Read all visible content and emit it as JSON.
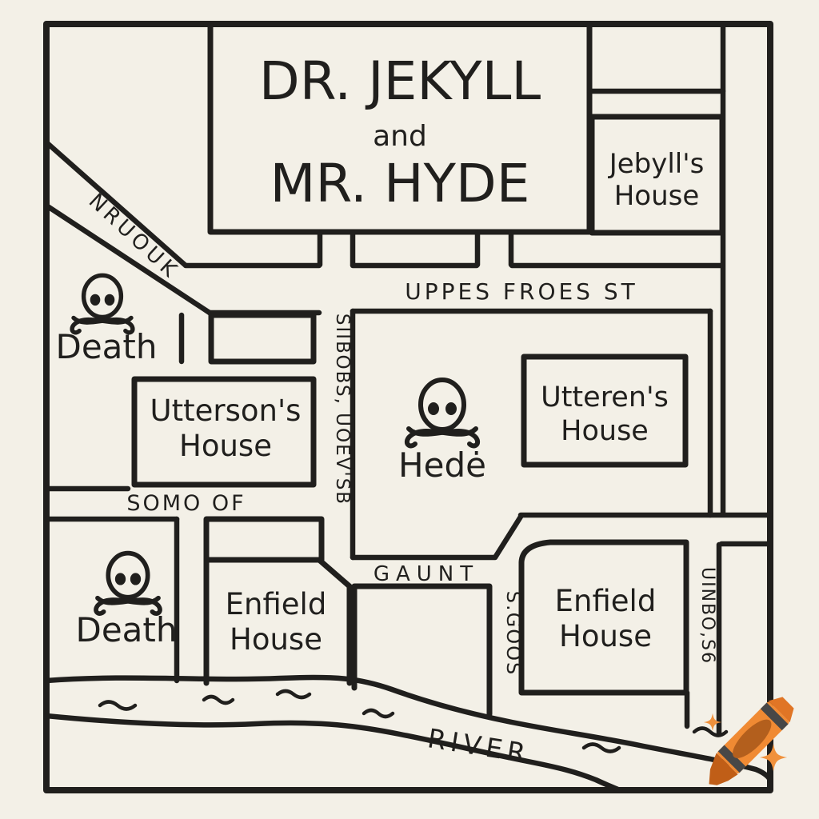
{
  "map": {
    "title": {
      "line1": "DR. JEKYLL",
      "line2": "and",
      "line3": "MR. HYDE"
    },
    "houses": {
      "jekyll": {
        "line1": "Jebyll's",
        "line2": "House"
      },
      "utterson": {
        "line1": "Utterson's",
        "line2": "House"
      },
      "utteren": {
        "line1": "Utteren's",
        "line2": "House"
      },
      "enfield_west": {
        "line1": "Enfield",
        "line2": "House"
      },
      "enfield_east": {
        "line1": "Enfield",
        "line2": "House"
      }
    },
    "streets": {
      "diagonal": "NRUOUK",
      "upper": "UPPES FROES ST",
      "vertical_west": "SIIBOBS, UOEV'SB",
      "somo": "SOMO OF",
      "gaunt": "GAUNT",
      "sgoos": "S.GOOS",
      "uinbo": "UINBO,S6",
      "river": "RIVER"
    },
    "markers": {
      "death_north": "Death",
      "death_south": "Death",
      "hyde": "Hedė"
    },
    "icons": {
      "skull": "skull-crossbones-icon",
      "watermark": "crayon-icon"
    },
    "colors": {
      "paper": "#f3f0e7",
      "ink": "#201f1d",
      "crayon_orange": "#f08a33",
      "crayon_dark": "#c05e17",
      "sparkle": "#f0913c"
    }
  }
}
